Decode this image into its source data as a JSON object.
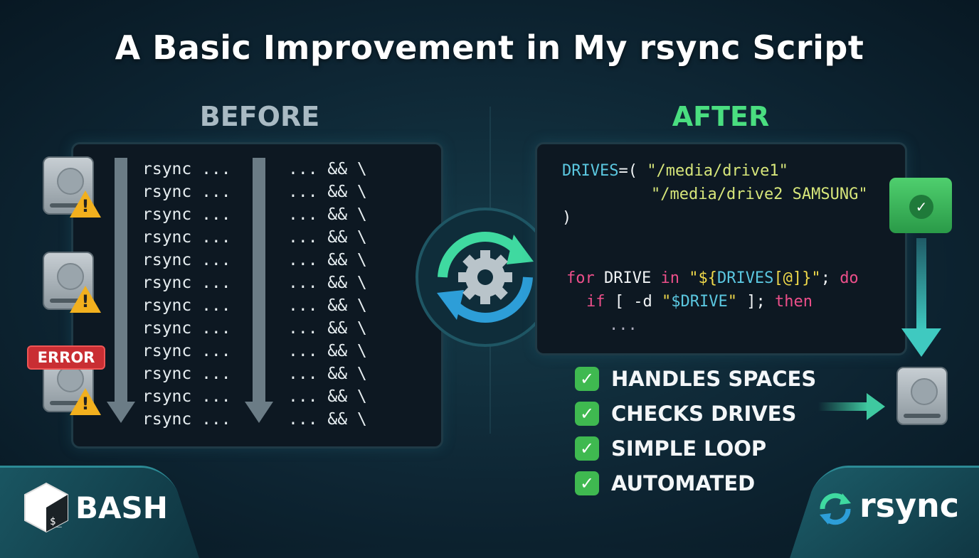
{
  "title": "A Basic Improvement in My rsync Script",
  "before": {
    "heading": "BEFORE",
    "lines": [
      {
        "left": "rsync ...",
        "right": "... && \\"
      },
      {
        "left": "rsync ...",
        "right": "... && \\"
      },
      {
        "left": "rsync ...",
        "right": "... && \\"
      },
      {
        "left": "rsync ...",
        "right": "... && \\"
      },
      {
        "left": "rsync ...",
        "right": "... && \\"
      },
      {
        "left": "rsync ...",
        "right": "... && \\"
      },
      {
        "left": "rsync ...",
        "right": "... && \\"
      },
      {
        "left": "rsync ...",
        "right": "... && \\"
      },
      {
        "left": "rsync ...",
        "right": "... && \\"
      },
      {
        "left": "rsync ...",
        "right": "... && \\"
      },
      {
        "left": "rsync ...",
        "right": "... && \\"
      },
      {
        "left": "rsync ...",
        "right": "... && \\"
      }
    ],
    "error_badge": "ERROR",
    "warning_symbol": "!"
  },
  "after": {
    "heading": "AFTER",
    "code": {
      "l1_var": "DRIVES",
      "l1_op": "=( ",
      "l1_str": "\"/media/drive1\"",
      "l2_str": "\"/media/drive2 SAMSUNG\"",
      "l3": ")",
      "l4_for": "for",
      "l4_var": " DRIVE ",
      "l4_in": "in",
      "l4_q1": " \"${",
      "l4_arr": "DRIVES",
      "l4_at": "[@]",
      "l4_q2": "}\"",
      "l4_semi": "; ",
      "l4_do": "do",
      "l5_if": "if",
      "l5_test": " [ -d ",
      "l5_q1": "\"",
      "l5_var": "$DRIVE",
      "l5_q2": "\"",
      "l5_end": " ]; ",
      "l5_then": "then",
      "l6": "..."
    },
    "checks": [
      "HANDLES SPACES",
      "CHECKS DRIVES",
      "SIMPLE LOOP",
      "AUTOMATED"
    ],
    "check_symbol": "✓"
  },
  "logos": {
    "bash": "BASH",
    "bash_prompt": "$_",
    "rsync": "rsync"
  },
  "colors": {
    "after_green": "#4ade80",
    "error_red": "#c92e33",
    "warning": "#f2b01e",
    "keyword": "#ec4f8a",
    "variable": "#5bc7e0",
    "string": "#d7e67a"
  }
}
